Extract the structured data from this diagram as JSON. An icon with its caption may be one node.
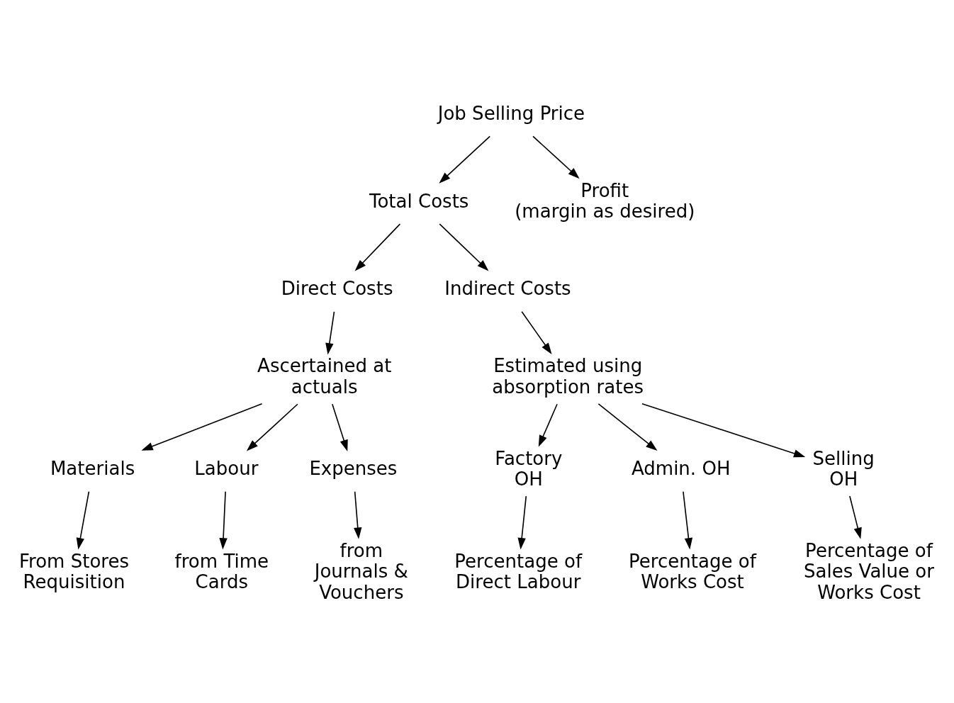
{
  "diagram": {
    "nodes": [
      {
        "text": [
          "Job Selling Price"
        ]
      },
      {
        "text": [
          "Total Costs"
        ]
      },
      {
        "text": [
          "Profit",
          "(margin as desired)"
        ]
      },
      {
        "text": [
          "Direct Costs"
        ]
      },
      {
        "text": [
          "Indirect Costs"
        ]
      },
      {
        "text": [
          "Ascertained at actuals"
        ]
      },
      {
        "text": [
          "Estimated using absorption rates"
        ]
      },
      {
        "text": [
          "Materials"
        ]
      },
      {
        "text": [
          "Labour"
        ]
      },
      {
        "text": [
          "Expenses"
        ]
      },
      {
        "text": [
          "Factory OH"
        ]
      },
      {
        "text": [
          "Admin. OH"
        ]
      },
      {
        "text": [
          "Selling OH"
        ]
      },
      {
        "text": [
          "From Stores Requisition"
        ]
      },
      {
        "text": [
          "from Time Cards"
        ]
      },
      {
        "text": [
          "from Journals & Vouchers"
        ]
      },
      {
        "text": [
          "Percentage of Direct Labour"
        ]
      },
      {
        "text": [
          "Percentage of Works Cost"
        ]
      },
      {
        "text": [
          "Percentage of Sales Value or Works Cost"
        ]
      }
    ],
    "edges": [
      {
        "from": 0,
        "to": 1,
        "arrow": "to"
      },
      {
        "from": 0,
        "to": 2,
        "arrow": "to"
      },
      {
        "from": 1,
        "to": 3,
        "arrow": "to"
      },
      {
        "from": 1,
        "to": 4,
        "arrow": "to"
      },
      {
        "from": 3,
        "to": 5,
        "arrow": "to"
      },
      {
        "from": 4,
        "to": 6,
        "arrow": "to"
      },
      {
        "from": 5,
        "to": 7,
        "arrow": "to"
      },
      {
        "from": 5,
        "to": 8,
        "arrow": "to"
      },
      {
        "from": 5,
        "to": 9,
        "arrow": "to"
      },
      {
        "from": 6,
        "to": 10,
        "arrow": "to"
      },
      {
        "from": 6,
        "to": 11,
        "arrow": "to"
      },
      {
        "from": 6,
        "to": 12,
        "arrow": "to"
      },
      {
        "from": 7,
        "to": 13,
        "arrow": "to"
      },
      {
        "from": 8,
        "to": 14,
        "arrow": "to"
      },
      {
        "from": 9,
        "to": 15,
        "arrow": "to"
      },
      {
        "from": 10,
        "to": 16,
        "arrow": "to"
      },
      {
        "from": 11,
        "to": 17,
        "arrow": "to"
      },
      {
        "from": 12,
        "to": 18,
        "arrow": "to"
      }
    ]
  }
}
